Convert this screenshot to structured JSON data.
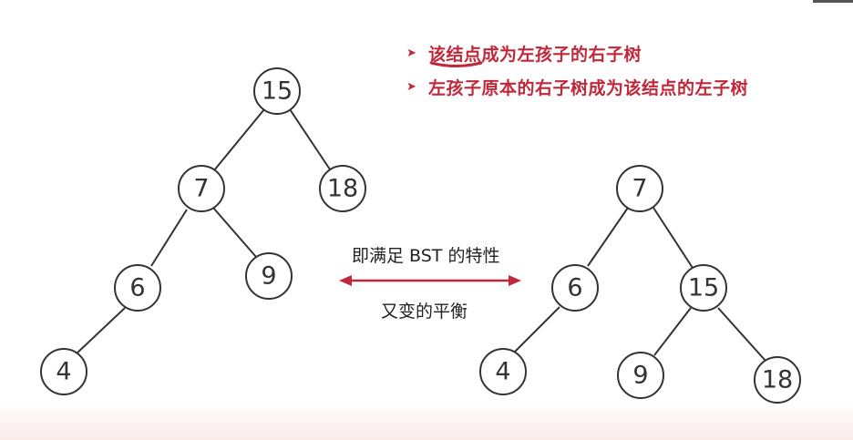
{
  "bullets": [
    "该结点成为左孩子的右子树",
    "左孩子原本的右子树成为该结点的左子树"
  ],
  "caption_top": "即满足 BST 的特性",
  "caption_bottom": "又变的平衡",
  "colors": {
    "accent": "#c0283a",
    "node_stroke": "#333333"
  },
  "left_tree": {
    "nodes": [
      {
        "id": "n15",
        "label": "15"
      },
      {
        "id": "n7",
        "label": "7"
      },
      {
        "id": "n18",
        "label": "18"
      },
      {
        "id": "n6",
        "label": "6"
      },
      {
        "id": "n9",
        "label": "9"
      },
      {
        "id": "n4",
        "label": "4"
      }
    ]
  },
  "right_tree": {
    "nodes": [
      {
        "id": "m7",
        "label": "7"
      },
      {
        "id": "m6",
        "label": "6"
      },
      {
        "id": "m15",
        "label": "15"
      },
      {
        "id": "m4",
        "label": "4"
      },
      {
        "id": "m9",
        "label": "9"
      },
      {
        "id": "m18",
        "label": "18"
      }
    ]
  }
}
